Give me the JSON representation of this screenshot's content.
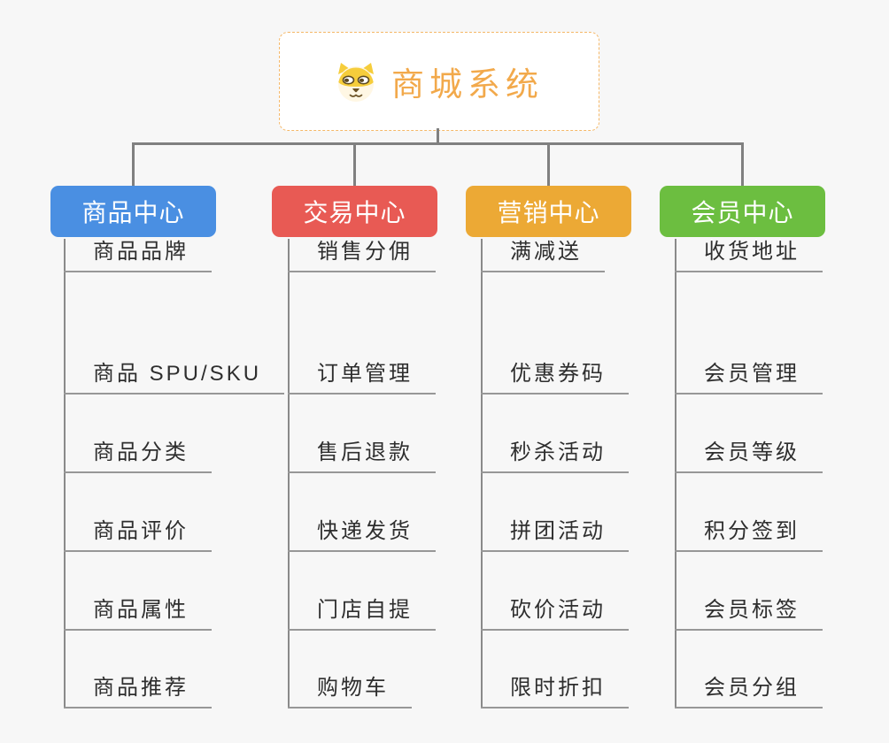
{
  "page": {
    "background": "#f7f7f7",
    "connector_color": "#808080",
    "leaf_line_color": "#979797",
    "leaf_text_color": "#2e2e2e"
  },
  "root": {
    "title": "商城系统",
    "icon": "doge-icon",
    "text_color": "#f2a94b",
    "border_color": "#f5b868",
    "background": "#ffffff"
  },
  "branches": [
    {
      "label": "商品中心",
      "color": "#4a8fe2",
      "children": [
        "商品 SPU/SKU",
        "商品分类",
        "商品评价",
        "商品属性",
        "商品推荐",
        "商品品牌"
      ]
    },
    {
      "label": "交易中心",
      "color": "#e85a54",
      "children": [
        "订单管理",
        "售后退款",
        "快递发货",
        "门店自提",
        "购物车",
        "销售分佣"
      ]
    },
    {
      "label": "营销中心",
      "color": "#eca935",
      "children": [
        "优惠券码",
        "秒杀活动",
        "拼团活动",
        "砍价活动",
        "限时折扣",
        "满减送"
      ]
    },
    {
      "label": "会员中心",
      "color": "#6cbe40",
      "children": [
        "会员管理",
        "会员等级",
        "积分签到",
        "会员标签",
        "会员分组",
        "收货地址"
      ]
    }
  ]
}
